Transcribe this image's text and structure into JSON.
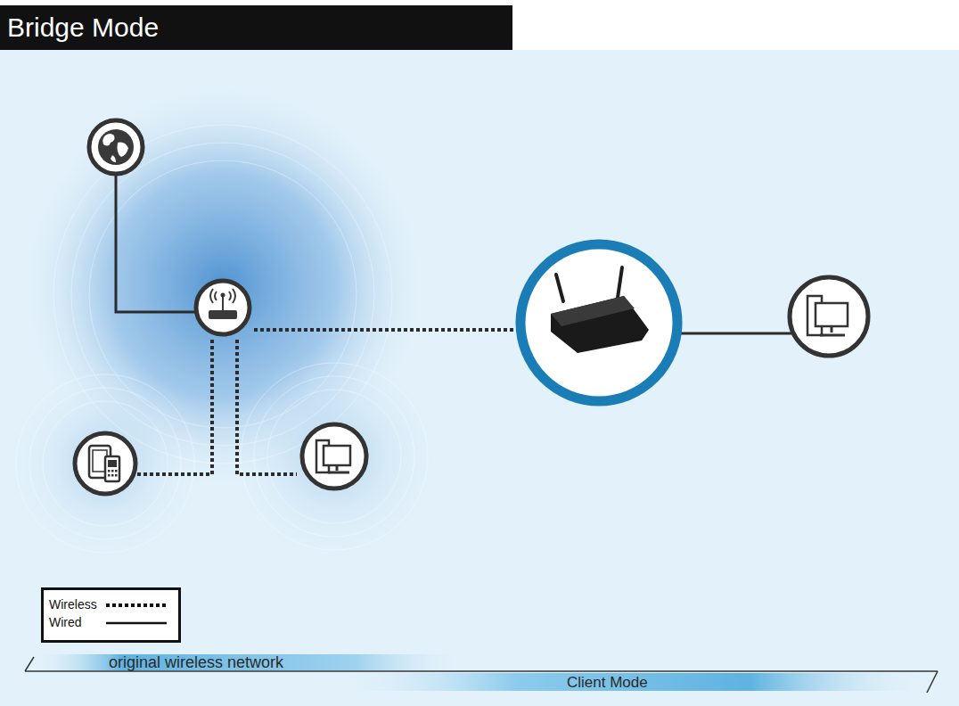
{
  "diagram": {
    "title": "Bridge Mode",
    "labels": [
      "original wireless network",
      "Client Mode"
    ],
    "legend": [
      {
        "text": "Wireless"
      },
      {
        "text": "Wired"
      }
    ]
  }
}
